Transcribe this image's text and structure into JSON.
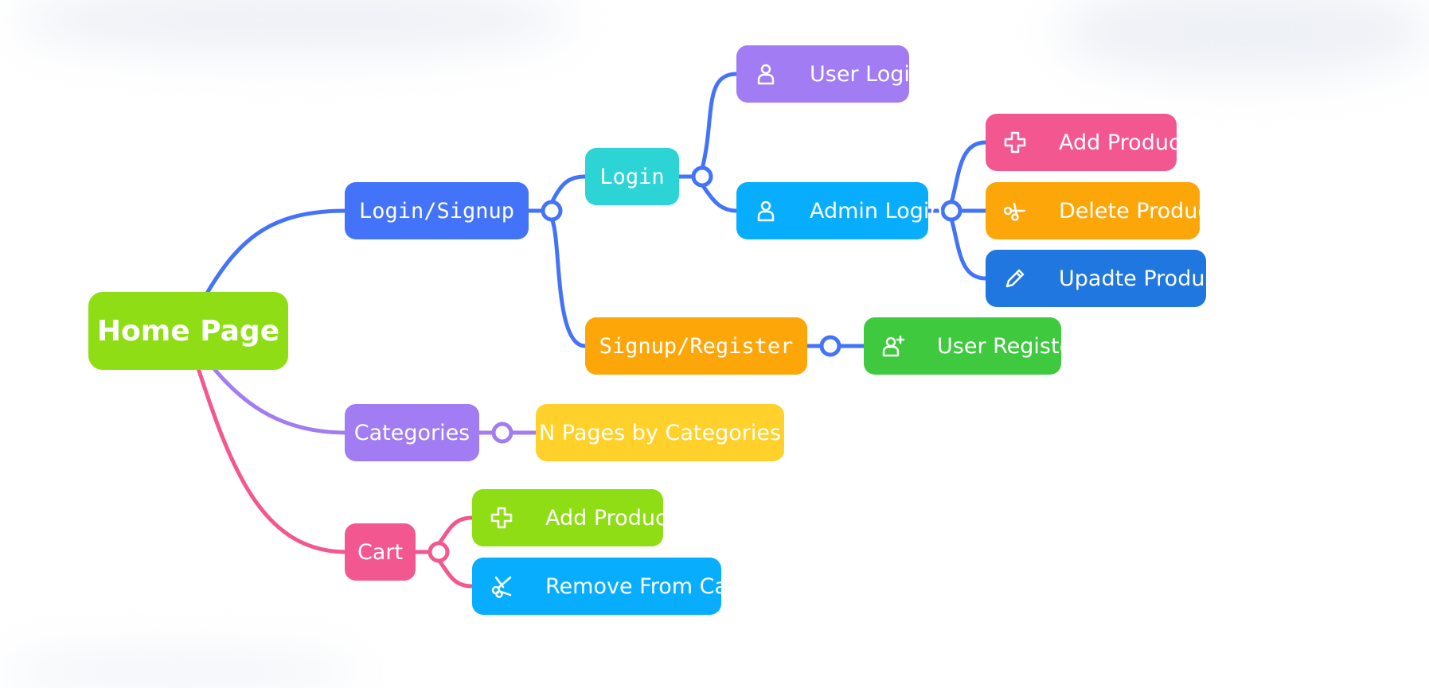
{
  "diagram": {
    "root": {
      "label": "Home Page",
      "color": "#8fdd14"
    },
    "nodes": {
      "login_signup": {
        "label": "Login/Signup",
        "color": "#4373f8"
      },
      "login": {
        "label": "Login",
        "color": "#2cd4d6"
      },
      "user_login": {
        "label": "User Login",
        "color": "#a17cf2",
        "icon": "user-icon"
      },
      "admin_login": {
        "label": "Admin Login",
        "color": "#08aefd",
        "icon": "user-icon"
      },
      "add_product_admin": {
        "label": "Add Product",
        "color": "#f3578f",
        "icon": "plus-icon"
      },
      "delete_product": {
        "label": "Delete Product",
        "color": "#fda60a",
        "icon": "scissors-icon"
      },
      "update_product": {
        "label": "Upadte Product",
        "color": "#2077df",
        "icon": "pencil-icon"
      },
      "signup_register": {
        "label": "Signup/Register",
        "color": "#fda60a"
      },
      "user_register": {
        "label": "User Register",
        "color": "#3ec93e",
        "icon": "user-plus-icon"
      },
      "categories": {
        "label": "Categories",
        "color": "#a17cf2"
      },
      "n_pages": {
        "label": "N Pages by Categories",
        "color": "#ffd12a"
      },
      "cart": {
        "label": "Cart",
        "color": "#f3578f"
      },
      "add_product_cart": {
        "label": "Add Product",
        "color": "#8fdd14",
        "icon": "plus-icon"
      },
      "remove_from_cart": {
        "label": "Remove From Cart",
        "color": "#08aefd",
        "icon": "scissors-icon"
      }
    },
    "branch_colors": {
      "login_signup": "#4373f8",
      "categories": "#a17cf2",
      "cart": "#f3578f"
    }
  }
}
